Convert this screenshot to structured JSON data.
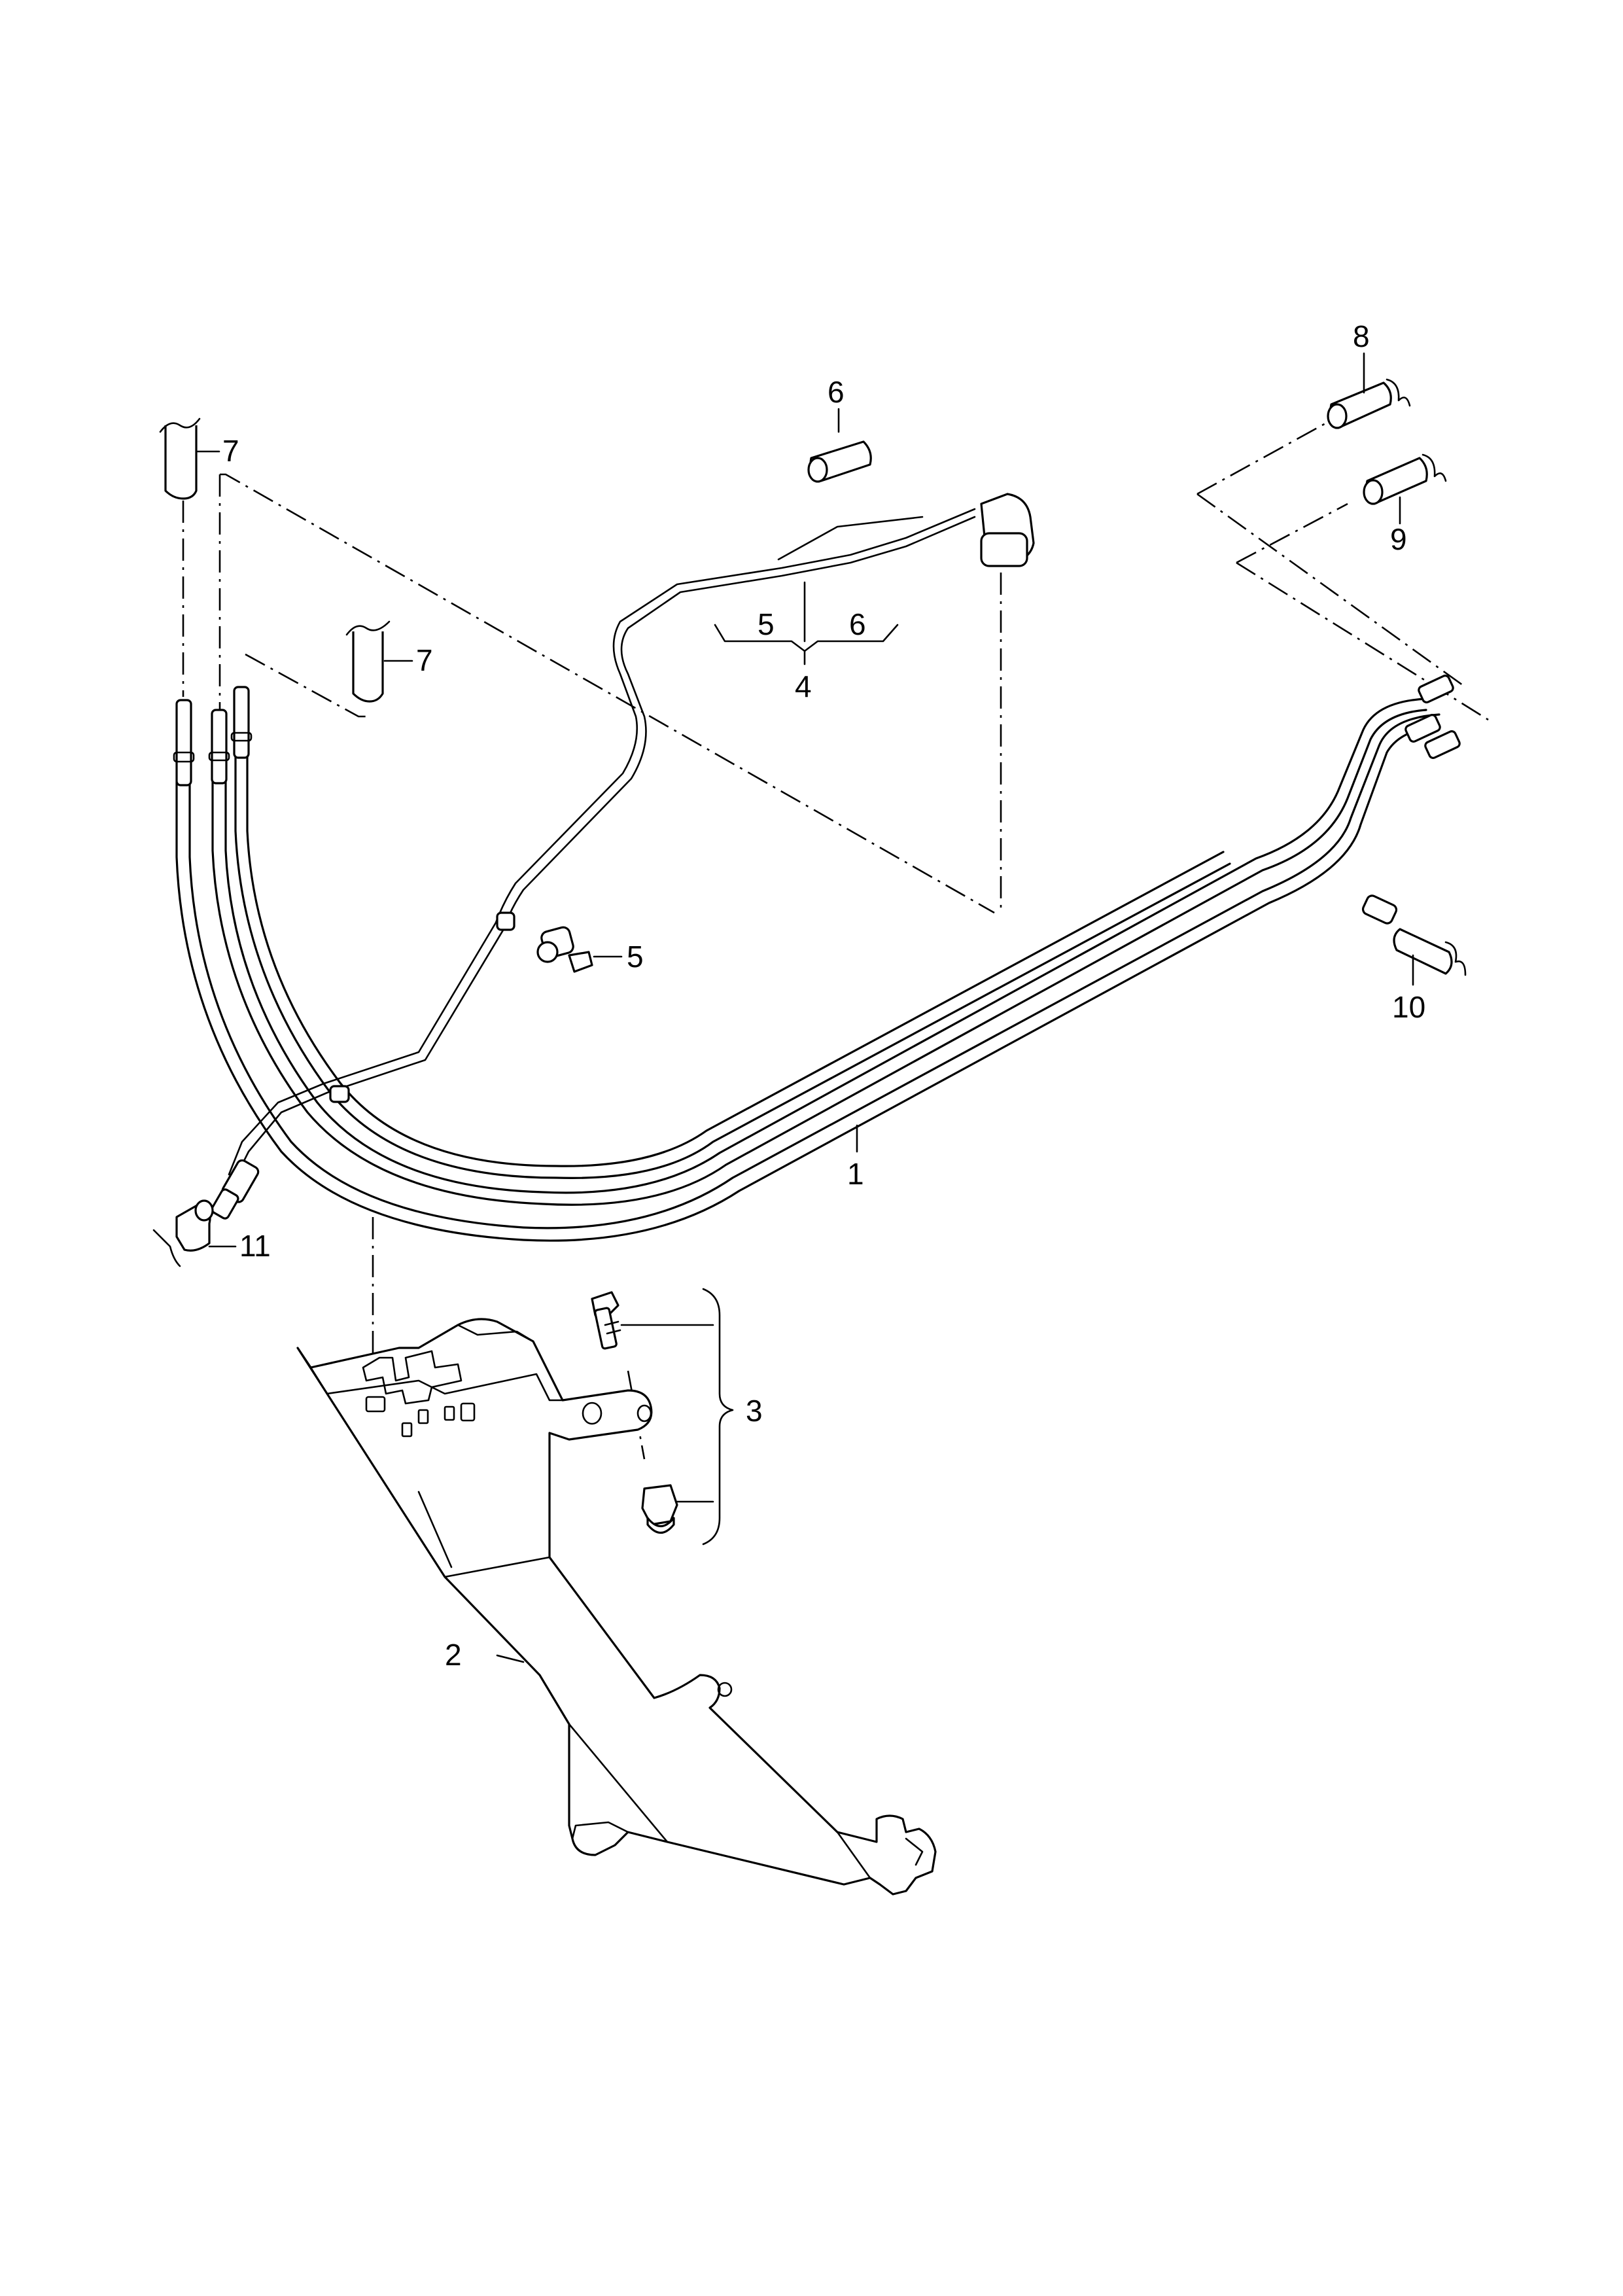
{
  "callouts": {
    "c1": "1",
    "c2": "2",
    "c3": "3",
    "c4": "4",
    "c5_group": "5",
    "c6_group": "6",
    "c5_clip": "5",
    "c6_top": "6",
    "c7_left": "7",
    "c7_mid": "7",
    "c8": "8",
    "c9": "9",
    "c10": "10",
    "c11": "11"
  },
  "colors": {
    "ink": "#000000",
    "paper": "#ffffff"
  }
}
